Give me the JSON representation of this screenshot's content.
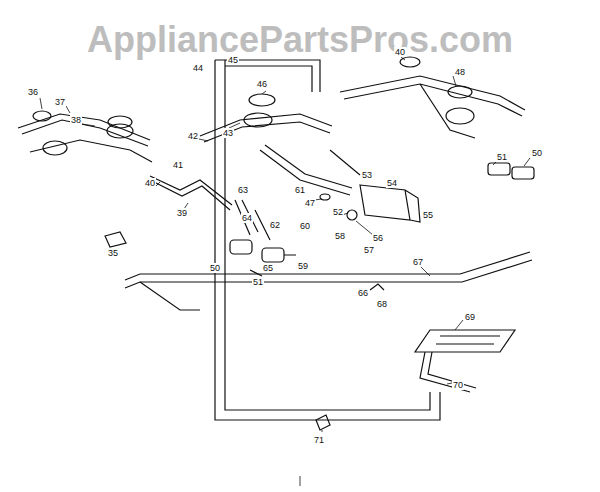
{
  "diagram": {
    "labels": [
      "AppliancePartsPros.com",
      "36",
      "37",
      "38",
      "35",
      "40",
      "41",
      "39",
      "42",
      "44",
      "45",
      "46",
      "43",
      "40",
      "48",
      "47",
      "52",
      "51",
      "50",
      "53",
      "54",
      "55",
      "56",
      "57",
      "58",
      "61",
      "60",
      "59",
      "62",
      "63",
      "64",
      "65",
      "50",
      "51",
      "67",
      "66",
      "68",
      "69",
      "70",
      "71"
    ]
  }
}
